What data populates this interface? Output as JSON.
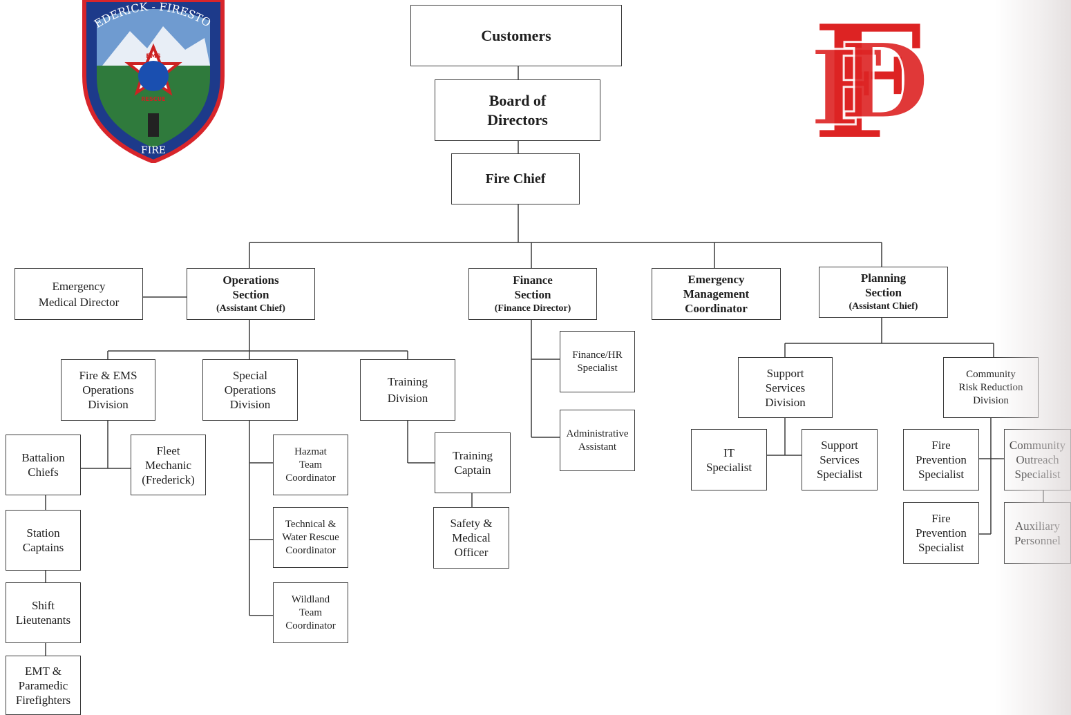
{
  "patch": {
    "top_text": "FREDERICK - FIRESTONE",
    "ems": "EMS",
    "rescue": "RESCUE",
    "bottom_text": "FIRE"
  },
  "monogram": {
    "letters": "FFD"
  },
  "org": {
    "customers": "Customers",
    "board": "Board of\nDirectors",
    "fire_chief": "Fire Chief",
    "emd": "Emergency\nMedical Director",
    "operations": {
      "title": "Operations\nSection",
      "sub": "(Assistant Chief)"
    },
    "finance": {
      "title": "Finance\nSection",
      "sub": "(Finance Director)"
    },
    "emergency_mgmt": "Emergency\nManagement\nCoordinator",
    "planning": {
      "title": "Planning\nSection",
      "sub": "(Assistant Chief)"
    },
    "fire_ems_div": "Fire & EMS\nOperations\nDivision",
    "special_ops_div": "Special\nOperations\nDivision",
    "training_div": "Training\nDivision",
    "battalion": "Battalion\nChiefs",
    "fleet": "Fleet\nMechanic\n(Frederick)",
    "station_captains": "Station\nCaptains",
    "shift_lt": "Shift\nLieutenants",
    "emt": "EMT &\nParamedic\nFirefighters",
    "hazmat": "Hazmat\nTeam\nCoordinator",
    "technical": "Technical &\nWater Rescue\nCoordinator",
    "wildland": "Wildland\nTeam\nCoordinator",
    "training_captain": "Training\nCaptain",
    "safety": "Safety &\nMedical\nOfficer",
    "finance_hr": "Finance/HR\nSpecialist",
    "admin_asst": "Administrative\nAssistant",
    "support_div": "Support\nServices\nDivision",
    "crr_div": "Community\nRisk Reduction\nDivision",
    "it": "IT\nSpecialist",
    "support_spec": "Support\nServices\nSpecialist",
    "fire_prev_1": "Fire\nPrevention\nSpecialist",
    "fire_prev_2": "Fire\nPrevention\nSpecialist",
    "outreach": "Community\nOutreach\nSpecialist",
    "auxiliary": "Auxiliary\nPersonnel"
  }
}
